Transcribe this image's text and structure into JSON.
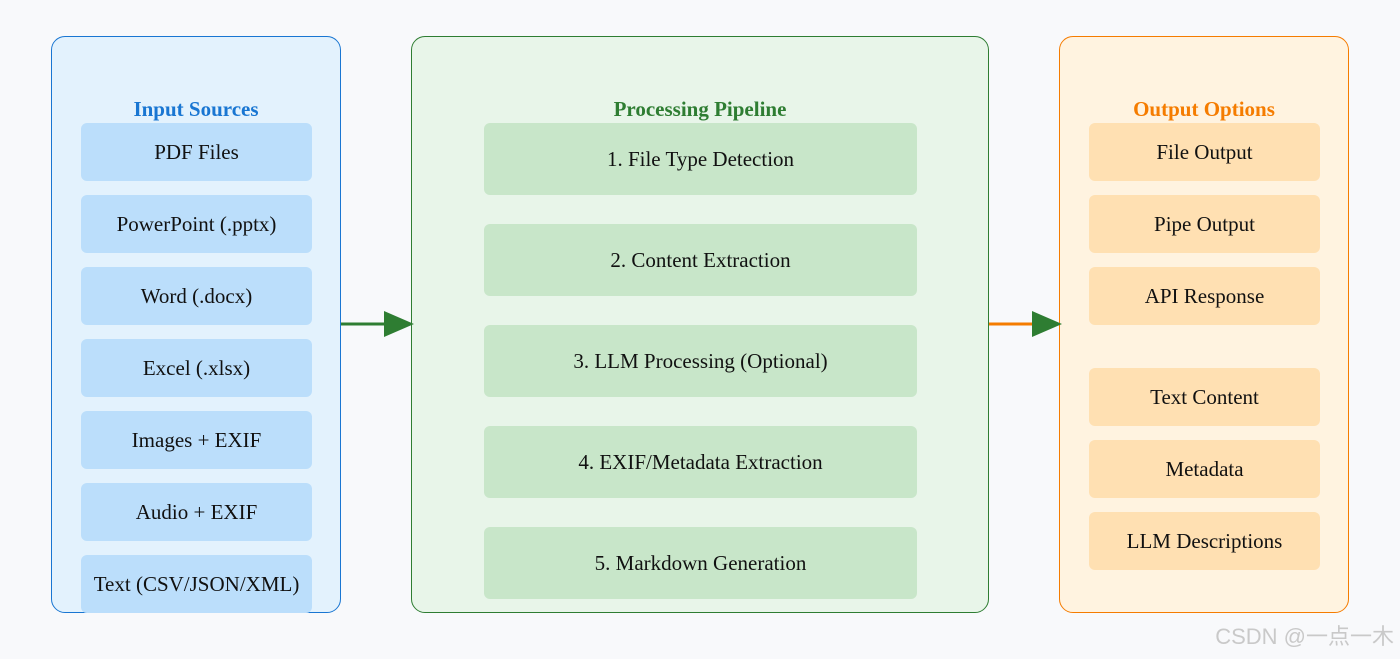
{
  "inputs": {
    "title": "Input Sources",
    "items": [
      "PDF Files",
      "PowerPoint (.pptx)",
      "Word (.docx)",
      "Excel (.xlsx)",
      "Images + EXIF",
      "Audio + EXIF",
      "Text (CSV/JSON/XML)"
    ]
  },
  "pipeline": {
    "title": "Processing Pipeline",
    "steps": [
      "1. File Type Detection",
      "2. Content Extraction",
      "3. LLM Processing (Optional)",
      "4. EXIF/Metadata Extraction",
      "5. Markdown Generation"
    ]
  },
  "outputs": {
    "title": "Output Options",
    "items": [
      "File Output",
      "Pipe Output",
      "API Response",
      "Text Content",
      "Metadata",
      "LLM Descriptions"
    ]
  },
  "watermark": "CSDN @一点一木",
  "colors": {
    "input_accent": "#1976d2",
    "pipeline_accent": "#2e7d32",
    "output_accent": "#f57c00"
  }
}
